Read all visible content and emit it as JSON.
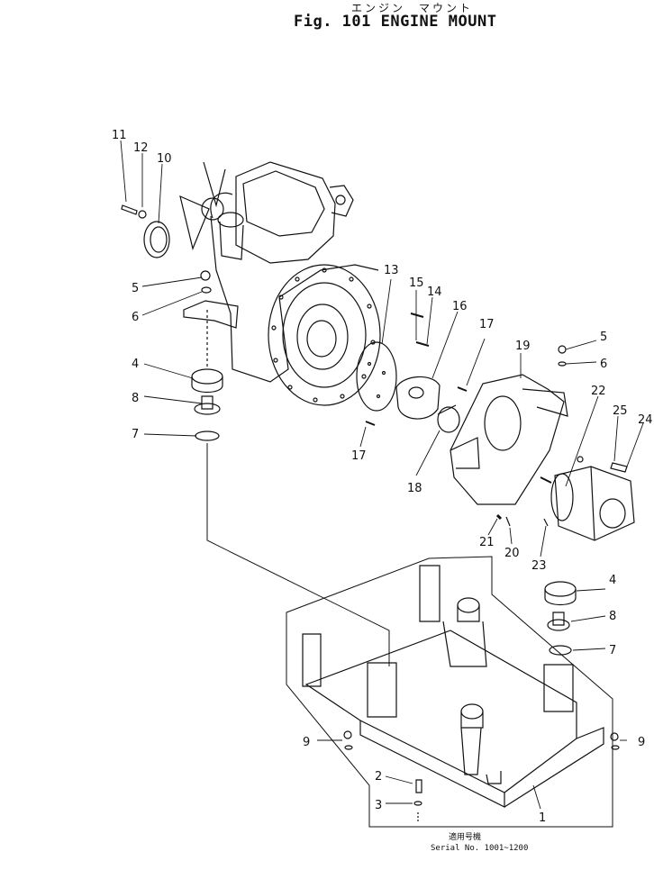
{
  "header": {
    "title_jp": "エンジン　マウント",
    "title": "Fig. 101 ENGINE MOUNT"
  },
  "footer": {
    "serial_jp": "適用号機",
    "serial": "Serial No. 1001~1200"
  },
  "callouts": {
    "c1": "1",
    "c2": "2",
    "c3": "3",
    "c4a": "4",
    "c4b": "4",
    "c5a": "5",
    "c5b": "5",
    "c6a": "6",
    "c6b": "6",
    "c7a": "7",
    "c7b": "7",
    "c8a": "8",
    "c8b": "8",
    "c9a": "9",
    "c9b": "9",
    "c10": "10",
    "c11": "11",
    "c12": "12",
    "c13": "13",
    "c14": "14",
    "c15": "15",
    "c16": "16",
    "c17a": "17",
    "c17b": "17",
    "c18": "18",
    "c19": "19",
    "c20": "20",
    "c21": "21",
    "c22": "22",
    "c23": "23",
    "c24": "24",
    "c25": "25"
  }
}
